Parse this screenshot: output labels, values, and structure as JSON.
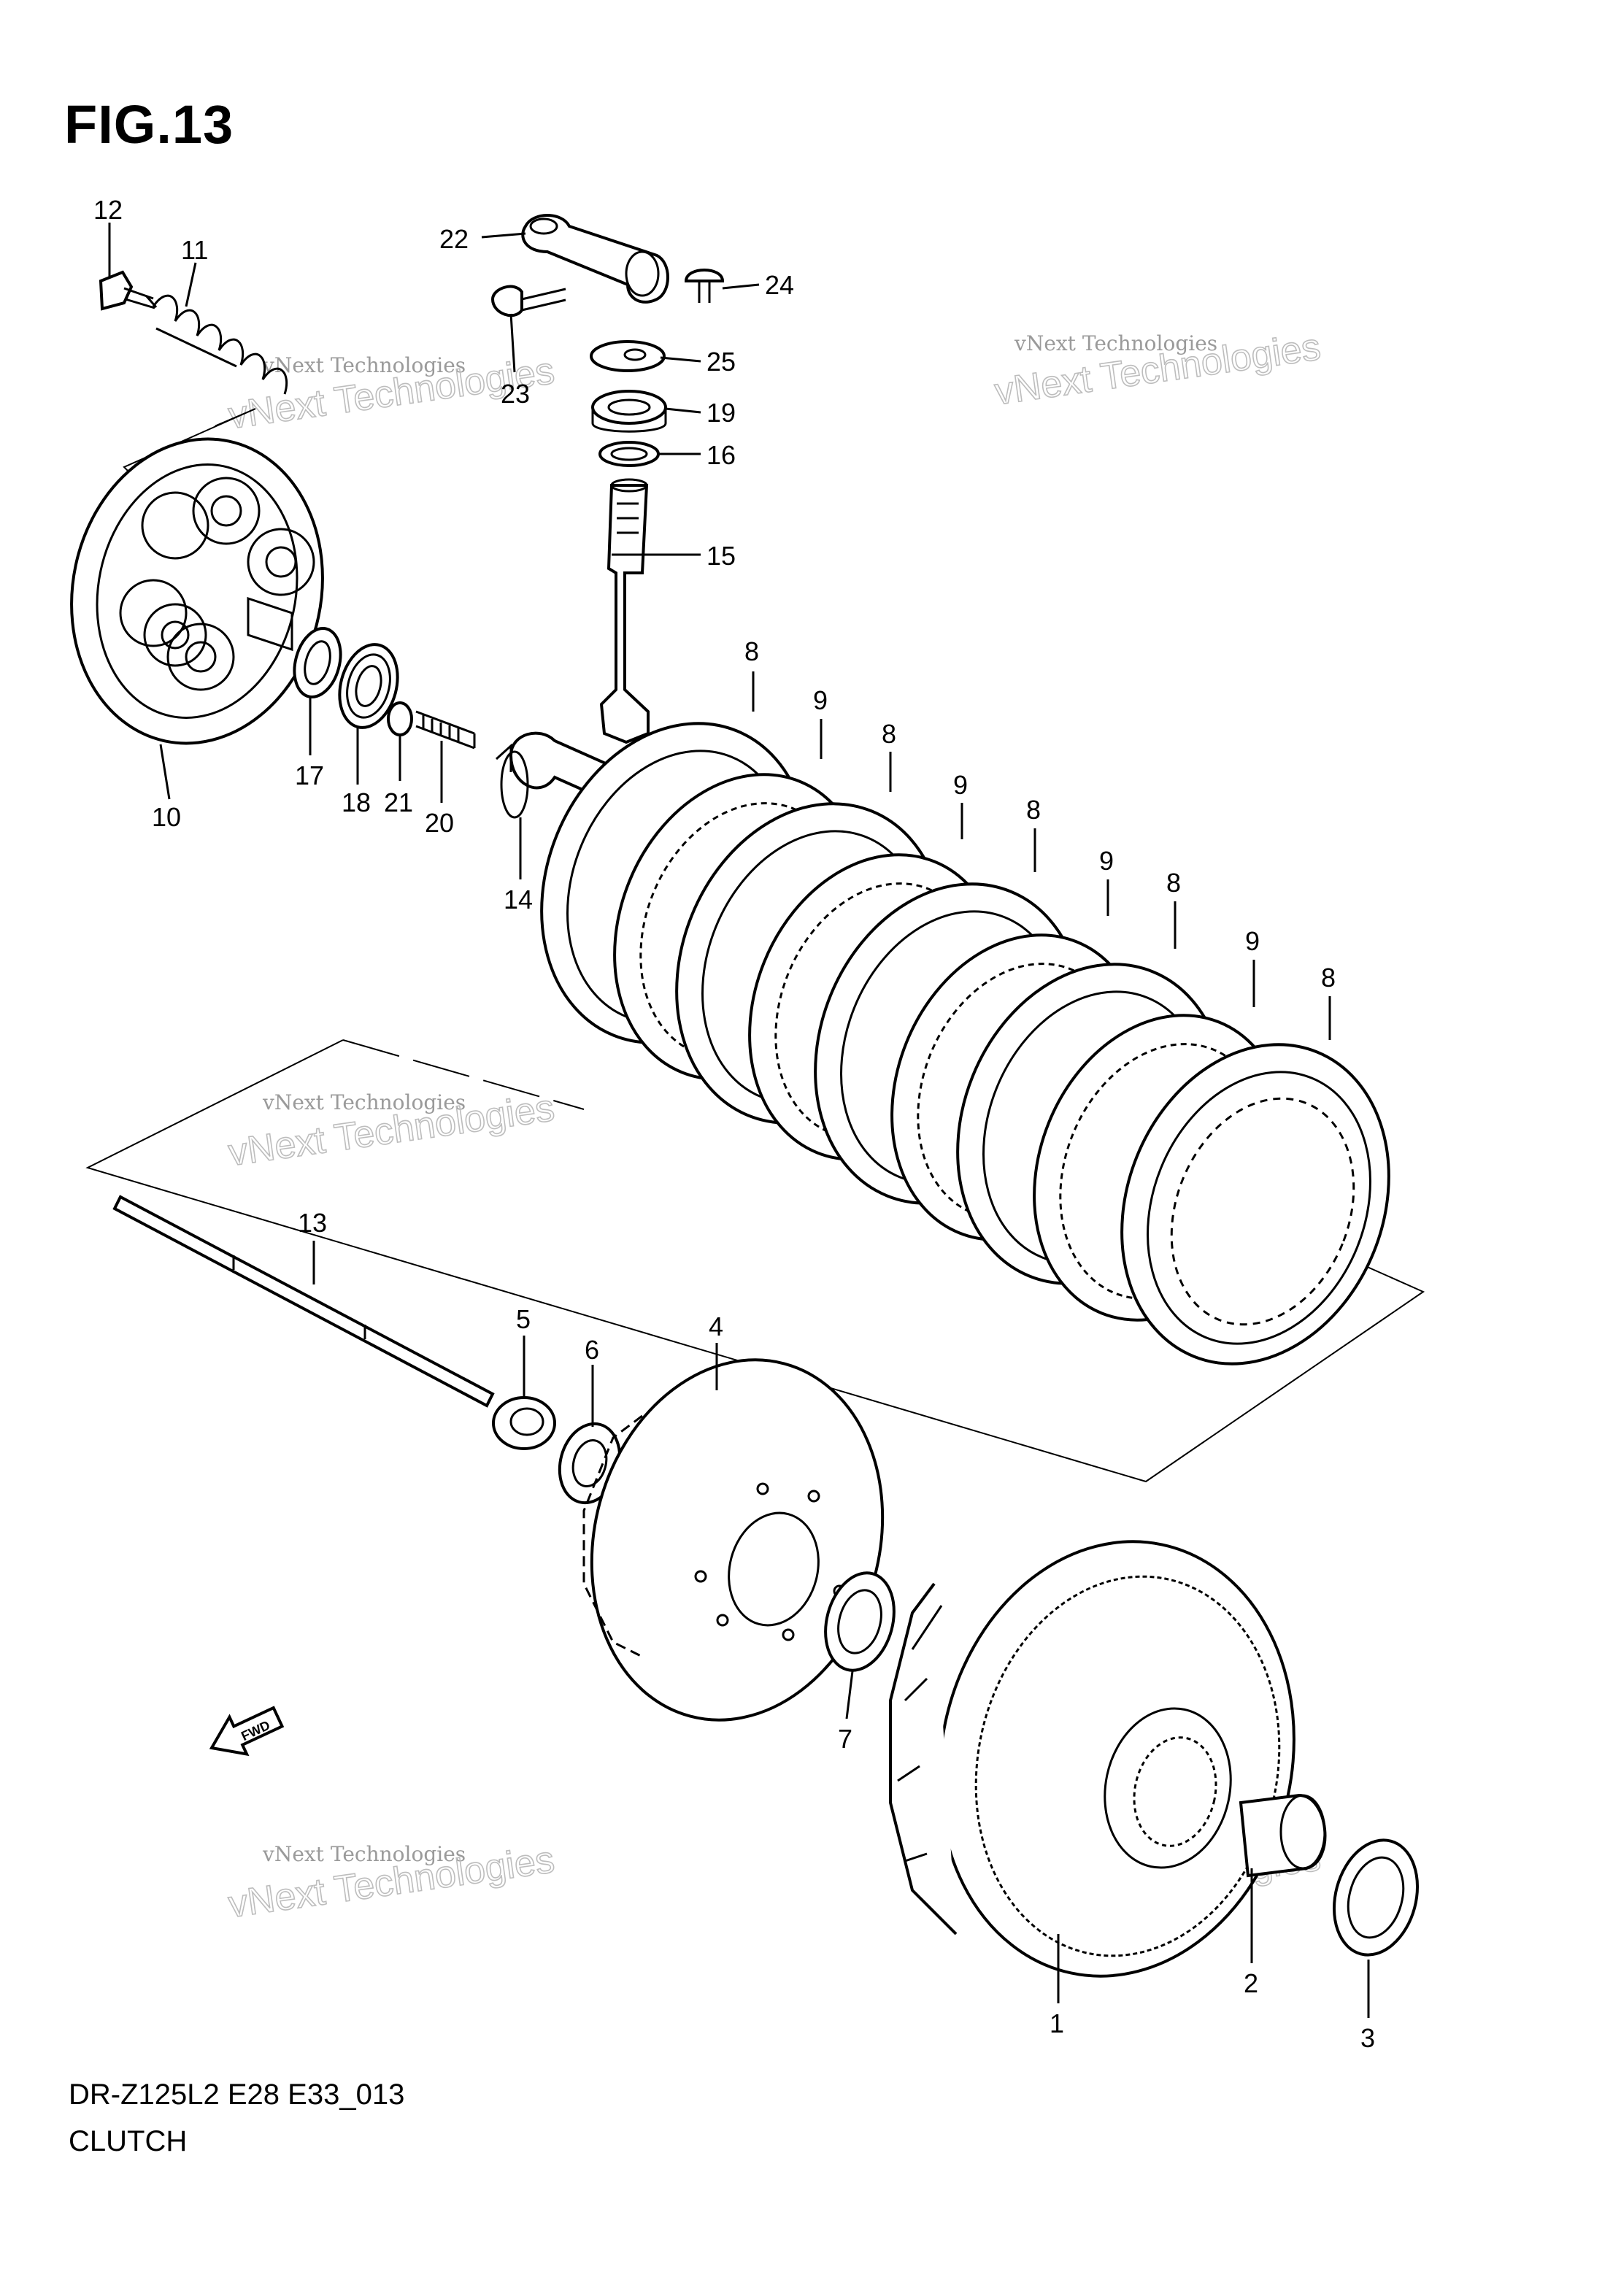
{
  "figure": {
    "title": "FIG.13"
  },
  "footer": {
    "model_code": "DR-Z125L2 E28 E33_013",
    "section_name": "CLUTCH"
  },
  "watermark": {
    "line1": "vNext Technologies",
    "line2": "vNext Technologies"
  },
  "fwd_label": "FWD",
  "callouts": [
    {
      "id": "c12",
      "number": "12"
    },
    {
      "id": "c11",
      "number": "11"
    },
    {
      "id": "c22",
      "number": "22"
    },
    {
      "id": "c24",
      "number": "24"
    },
    {
      "id": "c23",
      "number": "23"
    },
    {
      "id": "c25",
      "number": "25"
    },
    {
      "id": "c19",
      "number": "19"
    },
    {
      "id": "c16",
      "number": "16"
    },
    {
      "id": "c15",
      "number": "15"
    },
    {
      "id": "c17",
      "number": "17"
    },
    {
      "id": "c18",
      "number": "18"
    },
    {
      "id": "c21",
      "number": "21"
    },
    {
      "id": "c20",
      "number": "20"
    },
    {
      "id": "c10",
      "number": "10"
    },
    {
      "id": "c14",
      "number": "14"
    },
    {
      "id": "c8a",
      "number": "8"
    },
    {
      "id": "c9a",
      "number": "9"
    },
    {
      "id": "c8b",
      "number": "8"
    },
    {
      "id": "c9b",
      "number": "9"
    },
    {
      "id": "c8c",
      "number": "8"
    },
    {
      "id": "c9c",
      "number": "9"
    },
    {
      "id": "c8d",
      "number": "8"
    },
    {
      "id": "c9d",
      "number": "9"
    },
    {
      "id": "c8e",
      "number": "8"
    },
    {
      "id": "c13",
      "number": "13"
    },
    {
      "id": "c5",
      "number": "5"
    },
    {
      "id": "c6",
      "number": "6"
    },
    {
      "id": "c4",
      "number": "4"
    },
    {
      "id": "c7",
      "number": "7"
    },
    {
      "id": "c2",
      "number": "2"
    },
    {
      "id": "c1",
      "number": "1"
    },
    {
      "id": "c3",
      "number": "3"
    }
  ]
}
